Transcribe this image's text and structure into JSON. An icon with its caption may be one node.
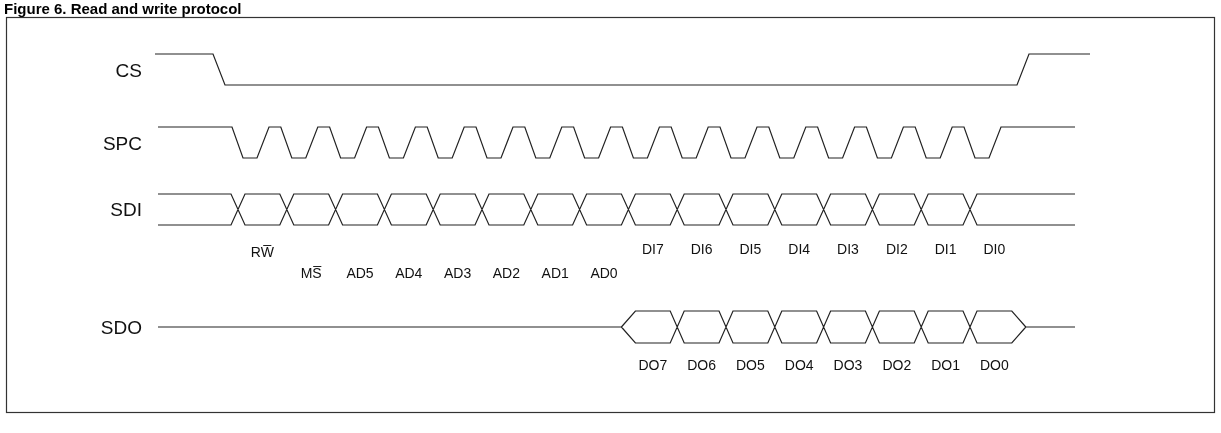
{
  "diagram": {
    "title": "Figure 6. Read and write protocol",
    "labels": [
      "CS",
      "SPC",
      "SDI",
      "SDO",
      "RW̅",
      "DI7",
      "DI6",
      "DI5",
      "DI4",
      "DI3",
      "DI2",
      "DI1",
      "DI0",
      "MS̅",
      "AD5",
      "AD4",
      "AD3",
      "AD2",
      "AD1",
      "AD0",
      "DO7",
      "DO6",
      "DO5",
      "DO4",
      "DO3",
      "DO2",
      "DO1",
      "DO0"
    ]
  }
}
